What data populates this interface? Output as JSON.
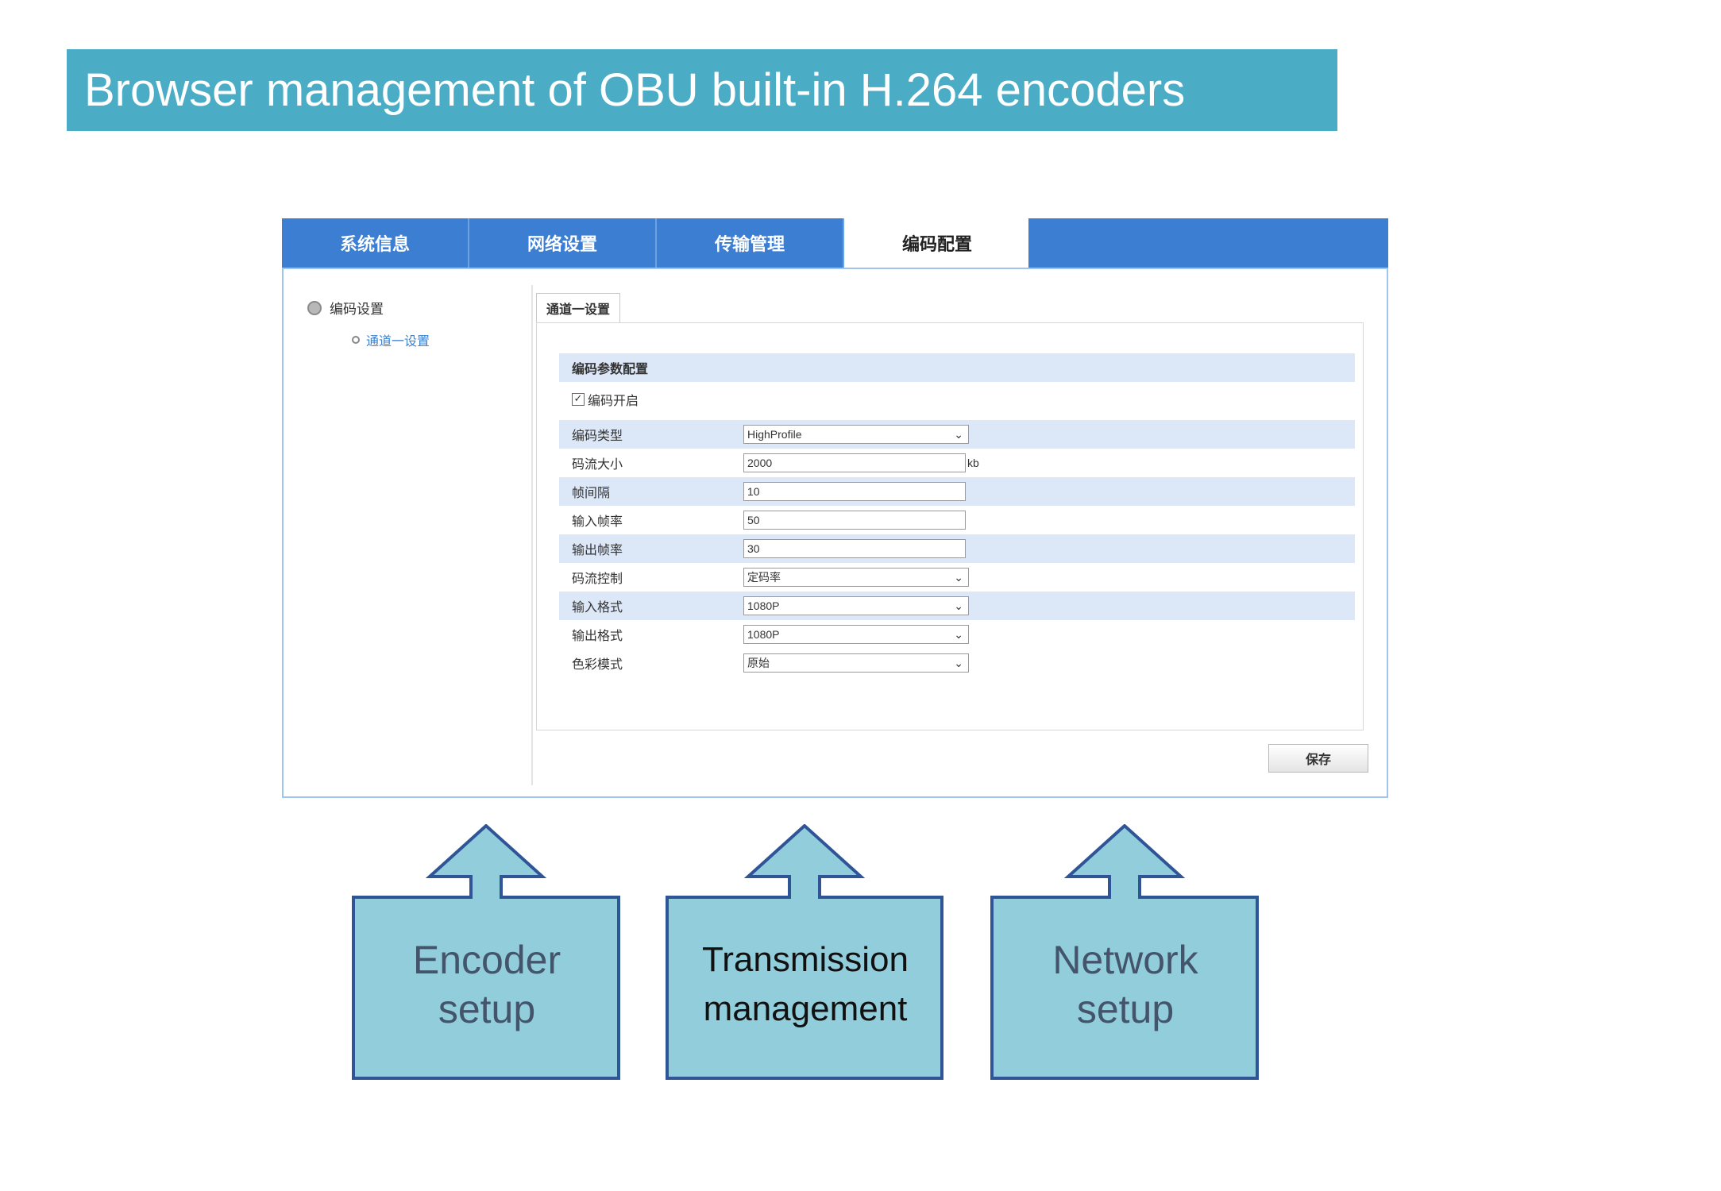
{
  "slide": {
    "title": "Browser management of OBU built-in H.264 encoders"
  },
  "ui": {
    "tabs": [
      {
        "label": "系统信息",
        "active": false
      },
      {
        "label": "网络设置",
        "active": false
      },
      {
        "label": "传输管理",
        "active": false
      },
      {
        "label": "编码配置",
        "active": true
      }
    ],
    "tree": {
      "root": "编码设置",
      "child": "通道一设置"
    },
    "subtab": "通道一设置",
    "section_title": "编码参数配置",
    "enable": {
      "label": "编码开启",
      "checked": true
    },
    "rows": [
      {
        "label": "编码类型",
        "value": "HighProfile",
        "type": "select",
        "unit": ""
      },
      {
        "label": "码流大小",
        "value": "2000",
        "type": "input",
        "unit": "kb"
      },
      {
        "label": "帧间隔",
        "value": "10",
        "type": "input",
        "unit": ""
      },
      {
        "label": "输入帧率",
        "value": "50",
        "type": "input",
        "unit": ""
      },
      {
        "label": "输出帧率",
        "value": "30",
        "type": "input",
        "unit": ""
      },
      {
        "label": "码流控制",
        "value": "定码率",
        "type": "select",
        "unit": ""
      },
      {
        "label": "输入格式",
        "value": "1080P",
        "type": "select",
        "unit": ""
      },
      {
        "label": "输出格式",
        "value": "1080P",
        "type": "select",
        "unit": ""
      },
      {
        "label": "色彩模式",
        "value": "原始",
        "type": "select",
        "unit": ""
      }
    ],
    "save_label": "保存"
  },
  "callouts": [
    {
      "line1": "Encoder",
      "line2": "setup"
    },
    {
      "line1": "Transmission",
      "line2": "management"
    },
    {
      "line1": "Network",
      "line2": "setup"
    }
  ],
  "colors": {
    "banner": "#4BACC6",
    "tab_bar": "#3C7ED2",
    "callout_fill": "#92CDDC",
    "callout_border": "#2F5597"
  }
}
